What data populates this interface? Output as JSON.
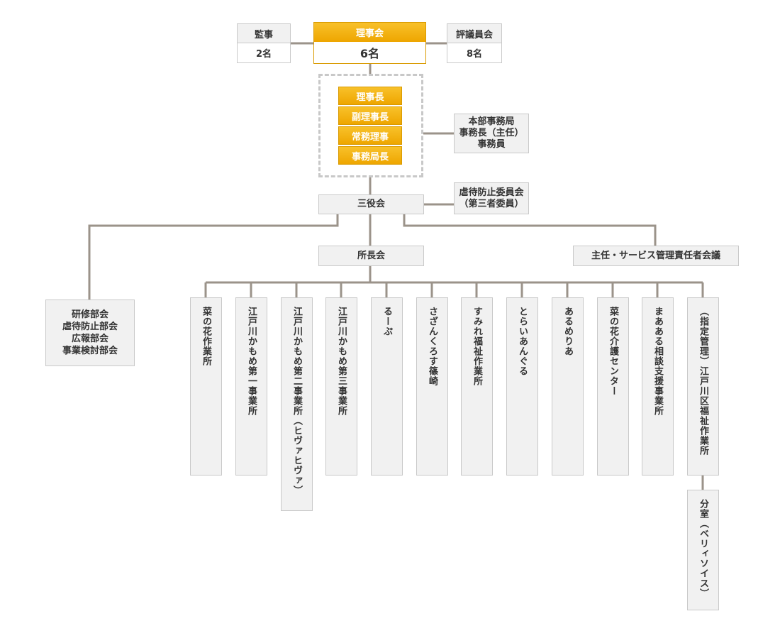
{
  "top": {
    "auditor": {
      "label": "監事",
      "count": "2名"
    },
    "board": {
      "label": "理事会",
      "count": "6名"
    },
    "council": {
      "label": "評議員会",
      "count": "8名"
    }
  },
  "officers": [
    "理事長",
    "副理事長",
    "常務理事",
    "事務局長"
  ],
  "headquarters": "本部事務局\n事務長（主任）\n事務員",
  "abuse_committee": "虐待防止委員会\n（第三者委員）",
  "sanyakukai": "三役会",
  "departments": "研修部会\n虐待防止部会\n広報部会\n事業検討部会",
  "directors_meeting": "所長会",
  "managers_meeting": "主任・サービス管理責任者会議",
  "facilities": [
    "菜の花作業所",
    "江戸川かもめ第一事業所",
    "江戸川かもめ第二事業所（ヒヴァヒヴァ）",
    "江戸川かもめ第三事業所",
    "るーぷ",
    "さざんくろす篠崎",
    "すみれ福祉作業所",
    "とらいあんぐる",
    "あるめりあ",
    "菜の花介護センター",
    "まあある相談支援事業所",
    "（指定管理）江戸川区福祉作業所"
  ],
  "branch": "分室（ベリィソイス）"
}
